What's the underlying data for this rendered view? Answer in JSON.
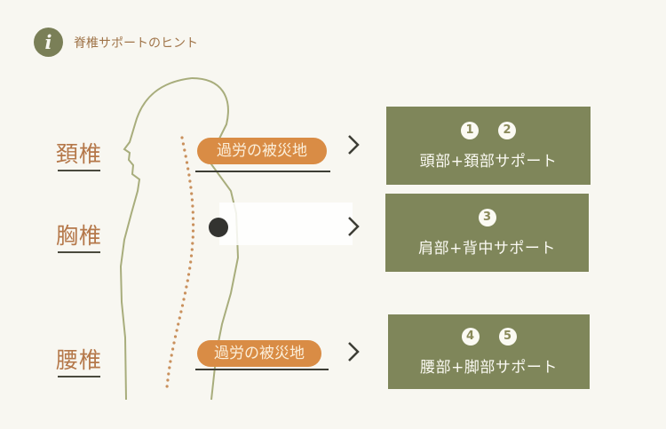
{
  "header": {
    "title": "脊椎サポートのヒント",
    "icon": "info-icon"
  },
  "regions": [
    {
      "id": "cervical",
      "label": "頚椎",
      "pill": "過労の被災地"
    },
    {
      "id": "thoracic",
      "label": "胸椎",
      "pill": ""
    },
    {
      "id": "lumbar",
      "label": "腰椎",
      "pill": "過労の被災地"
    }
  ],
  "cards": [
    {
      "nums": [
        "1",
        "2"
      ],
      "label": "頭部+頚部サポート"
    },
    {
      "nums": [
        "3"
      ],
      "label": "肩部+背中サポート"
    },
    {
      "nums": [
        "4",
        "5"
      ],
      "label": "腰部+脚部サポート"
    }
  ],
  "colors": {
    "accent": "#d98c45",
    "card": "#7f865a",
    "label": "#b5784a",
    "background": "#f8f7f1"
  }
}
